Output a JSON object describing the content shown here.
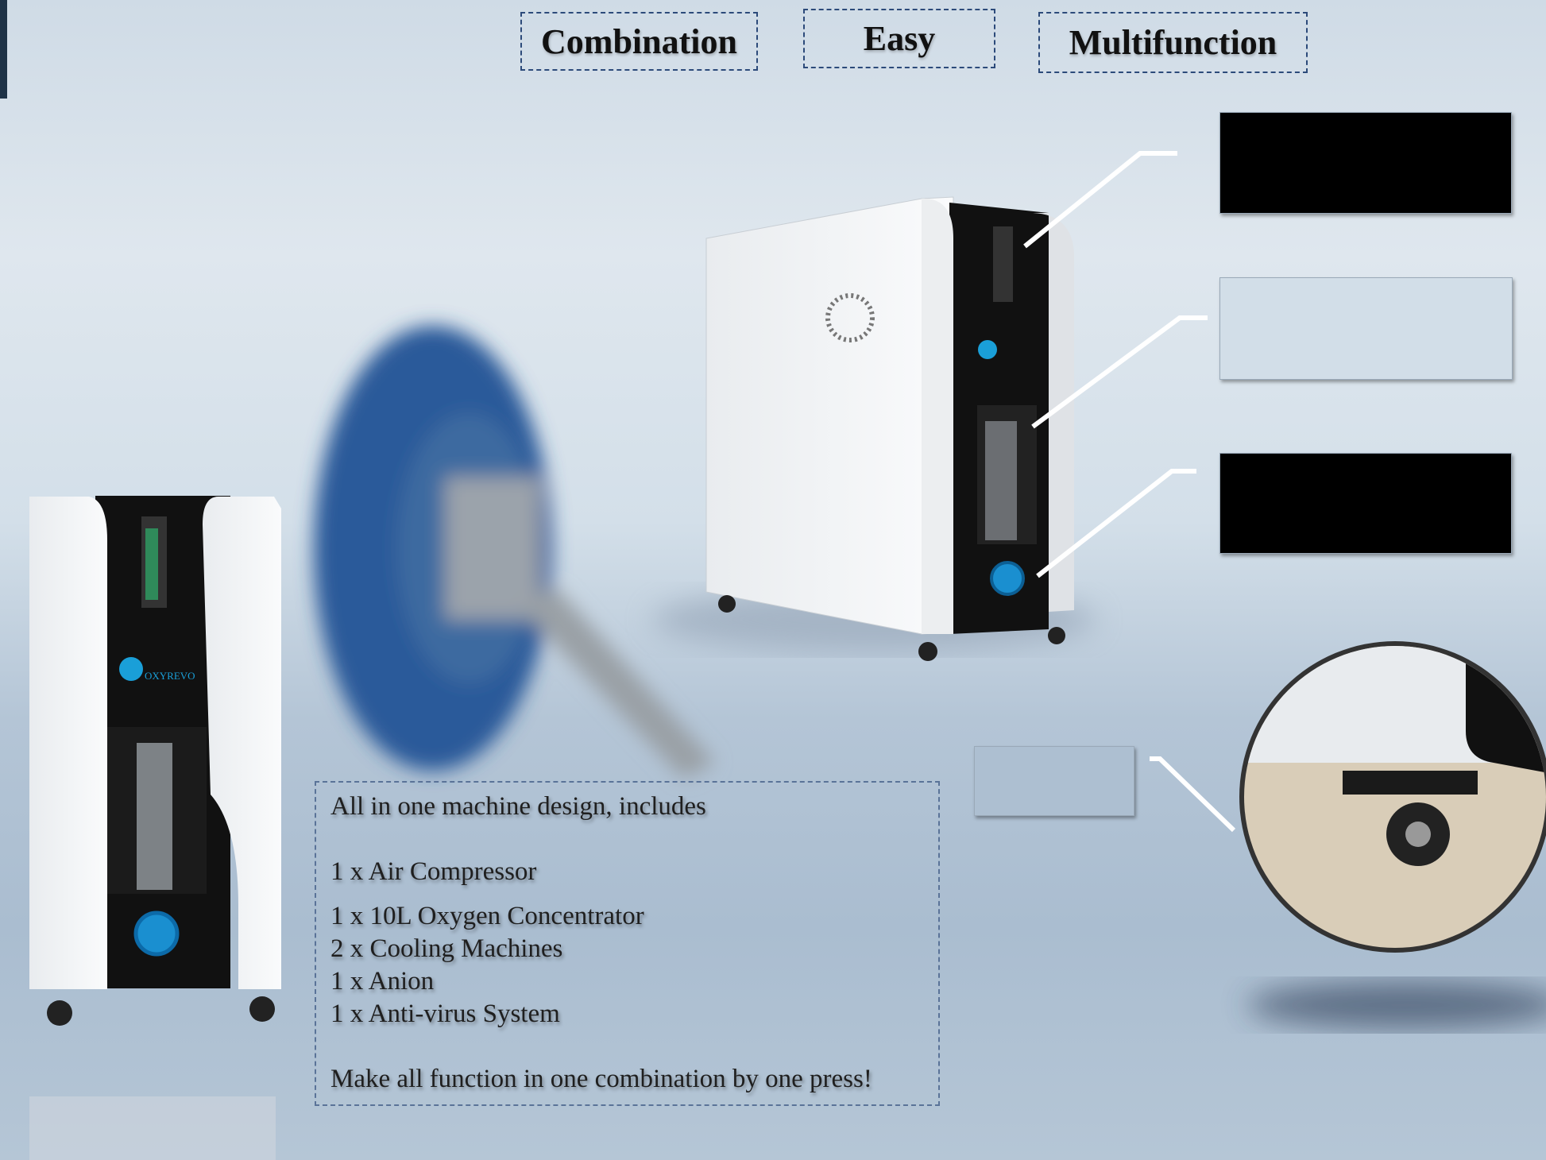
{
  "tags": [
    "Combination",
    "Easy",
    "Multifunction"
  ],
  "description": {
    "intro": "All in one machine design, includes",
    "items": [
      "1 x Air Compressor",
      "1 x 10L Oxygen Concentrator",
      "2 x Cooling Machines",
      "1 x  Anion",
      "1 x Anti-virus System"
    ],
    "closing": "Make all function in one combination by one press!"
  },
  "brand": "OXYREVO",
  "colors": {
    "accent": "#1a8fd0",
    "tag_border": "#2c4a7a",
    "fan": "#2a5a9a"
  }
}
